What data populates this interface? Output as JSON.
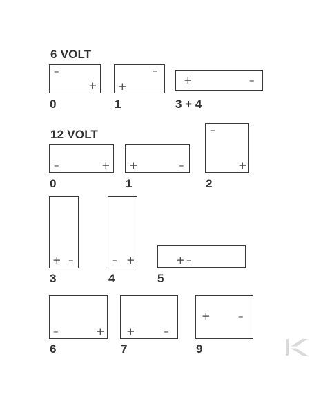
{
  "headings": {
    "six_volt": "6 VOLT",
    "twelve_volt": "12 VOLT"
  },
  "symbols": {
    "plus": "+",
    "minus": "–"
  },
  "six_volt_layouts": [
    {
      "label": "0"
    },
    {
      "label": "1"
    },
    {
      "label": "3 + 4"
    }
  ],
  "twelve_volt_layouts": [
    {
      "label": "0"
    },
    {
      "label": "1"
    },
    {
      "label": "2"
    },
    {
      "label": "3"
    },
    {
      "label": "4"
    },
    {
      "label": "5"
    },
    {
      "label": "6"
    },
    {
      "label": "7"
    },
    {
      "label": "9"
    }
  ],
  "colors": {
    "outline": "#3a3a3a",
    "text": "#333333",
    "watermark": "#d9d9d9"
  },
  "icons": {
    "watermark": "brand-logo-watermark-icon"
  }
}
